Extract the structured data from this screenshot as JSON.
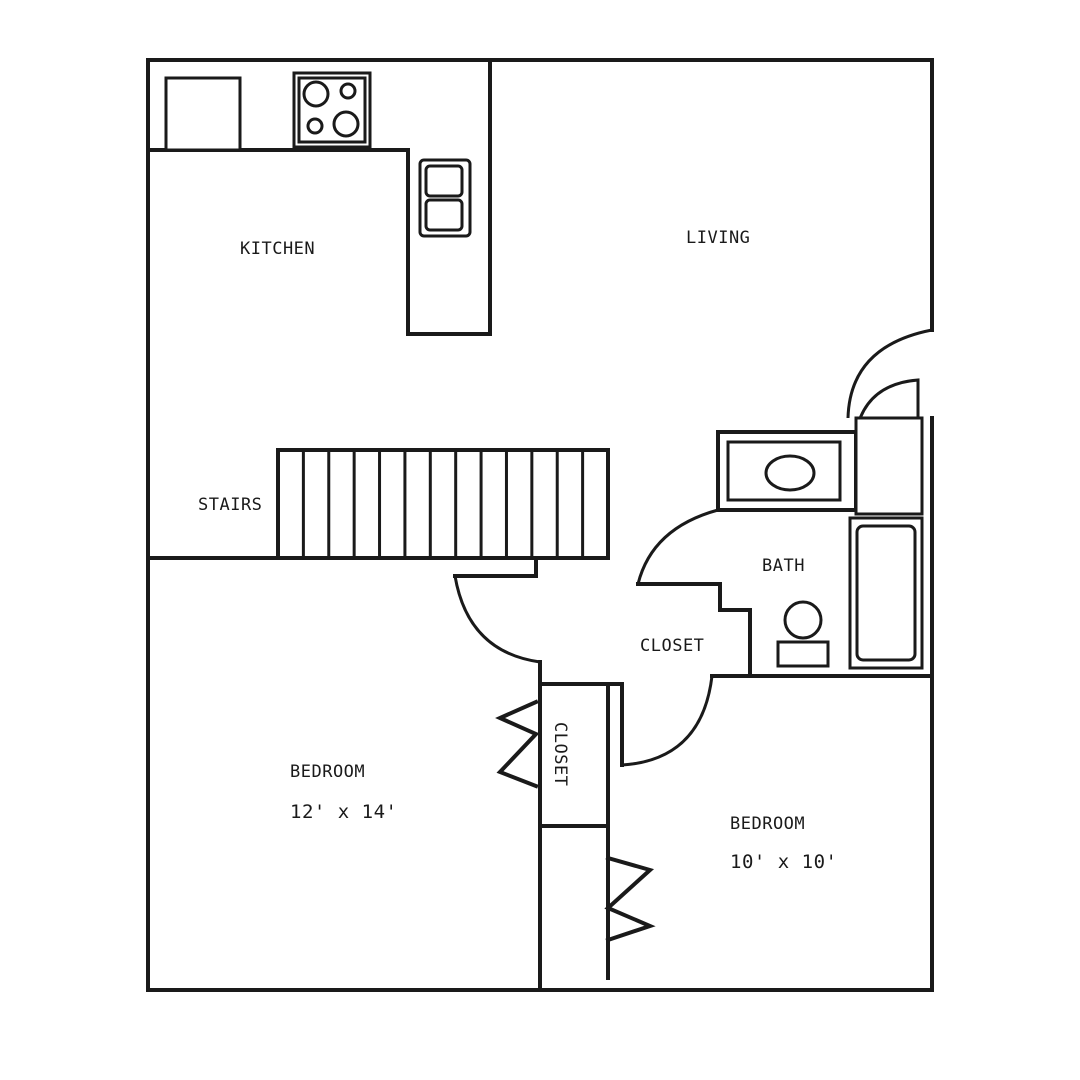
{
  "rooms": {
    "kitchen": {
      "name": "KITCHEN"
    },
    "living": {
      "name": "LIVING"
    },
    "stairs": {
      "name": "STAIRS"
    },
    "bath": {
      "name": "BATH"
    },
    "hall_closet": {
      "name": "CLOSET"
    },
    "bedroom_closet": {
      "name": "CLOSET"
    },
    "bedroom_main": {
      "name": "BEDROOM",
      "size": "12' x 14'"
    },
    "bedroom_second": {
      "name": "BEDROOM",
      "size": "10' x 10'"
    }
  },
  "stair_treads": 13,
  "colors": {
    "line": "#1a1a1a",
    "background": "#ffffff"
  }
}
